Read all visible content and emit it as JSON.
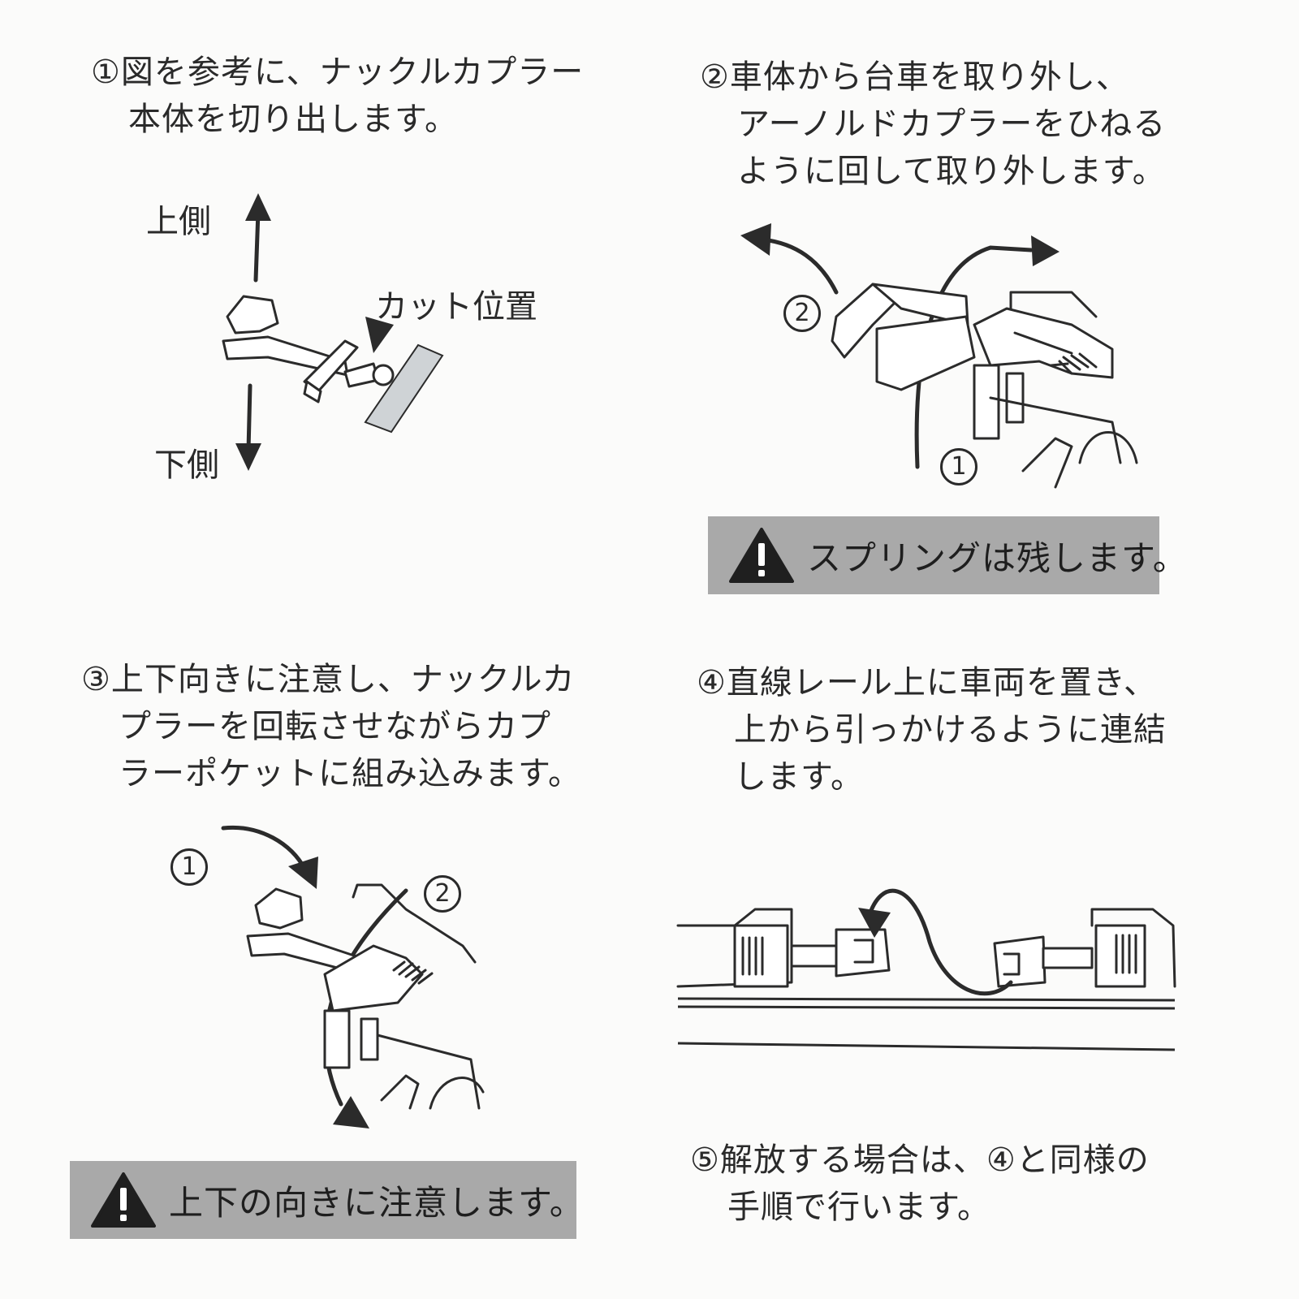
{
  "steps": {
    "step1": {
      "line1": "①図を参考に、ナックルカプラー",
      "line2": "本体を切り出します。"
    },
    "step2": {
      "line1": "②車体から台車を取り外し、",
      "line2": "アーノルドカプラーをひねる",
      "line3": "ように回して取り外します。"
    },
    "step3": {
      "line1": "③上下向きに注意し、ナックルカ",
      "line2": "プラーを回転させながらカプ",
      "line3": "ラーポケットに組み込みます。"
    },
    "step4": {
      "line1": "④直線レール上に車両を置き、",
      "line2": "上から引っかけるように連結",
      "line3": "します。"
    },
    "step5": {
      "line1": "⑤解放する場合は、④と同様の",
      "line2": "手順で行います。"
    }
  },
  "figure1": {
    "up_label": "上側",
    "down_label": "下側",
    "cut_label": "カット位置"
  },
  "figure2": {
    "marker1": "1",
    "marker2": "2"
  },
  "figure3": {
    "marker1": "1",
    "marker2": "2"
  },
  "warnings": {
    "spring": "スプリングは残します。",
    "orientation": "上下の向きに注意します。"
  },
  "colors": {
    "warning_bg": "#a9a9a9",
    "ink": "#2a2a2a",
    "paper": "#fbfbfa"
  }
}
